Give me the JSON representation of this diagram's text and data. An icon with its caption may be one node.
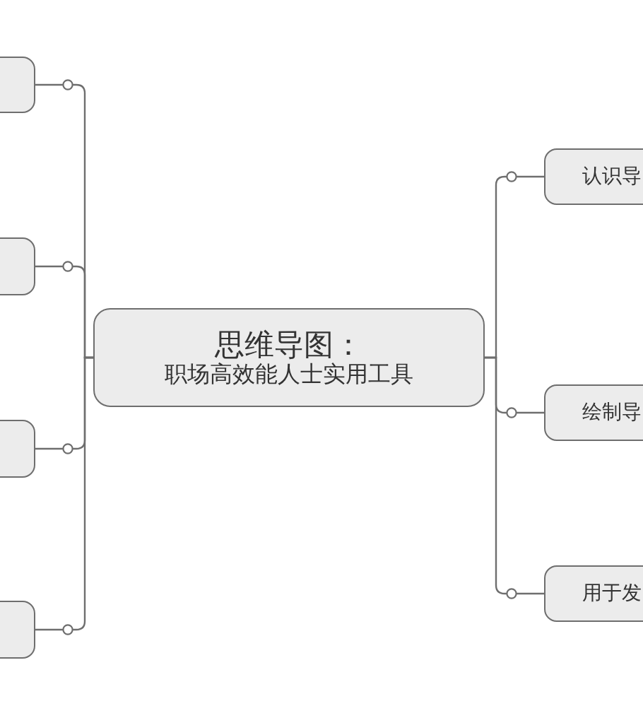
{
  "diagram": {
    "nodes": [
      {
        "text": [
          "思维导图：",
          "职场高效能人士实用工具"
        ]
      },
      {
        "text": [],
        "shape": "box"
      },
      {
        "text": [],
        "shape": "box"
      },
      {
        "text": [],
        "shape": "box"
      },
      {
        "text": [],
        "shape": "box"
      },
      {
        "text": [
          "认识导"
        ]
      },
      {
        "text": [
          "绘制导"
        ]
      },
      {
        "text": [
          "用于发"
        ]
      }
    ],
    "edges": [
      {
        "from": 0,
        "to": 1,
        "arrow": "other"
      },
      {
        "from": 0,
        "to": 2,
        "arrow": "other"
      },
      {
        "from": 0,
        "to": 3,
        "arrow": "other"
      },
      {
        "from": 0,
        "to": 4,
        "arrow": "other"
      },
      {
        "from": 0,
        "to": 5,
        "arrow": "other"
      },
      {
        "from": 0,
        "to": 6,
        "arrow": "other"
      },
      {
        "from": 0,
        "to": 7,
        "arrow": "other"
      }
    ]
  }
}
